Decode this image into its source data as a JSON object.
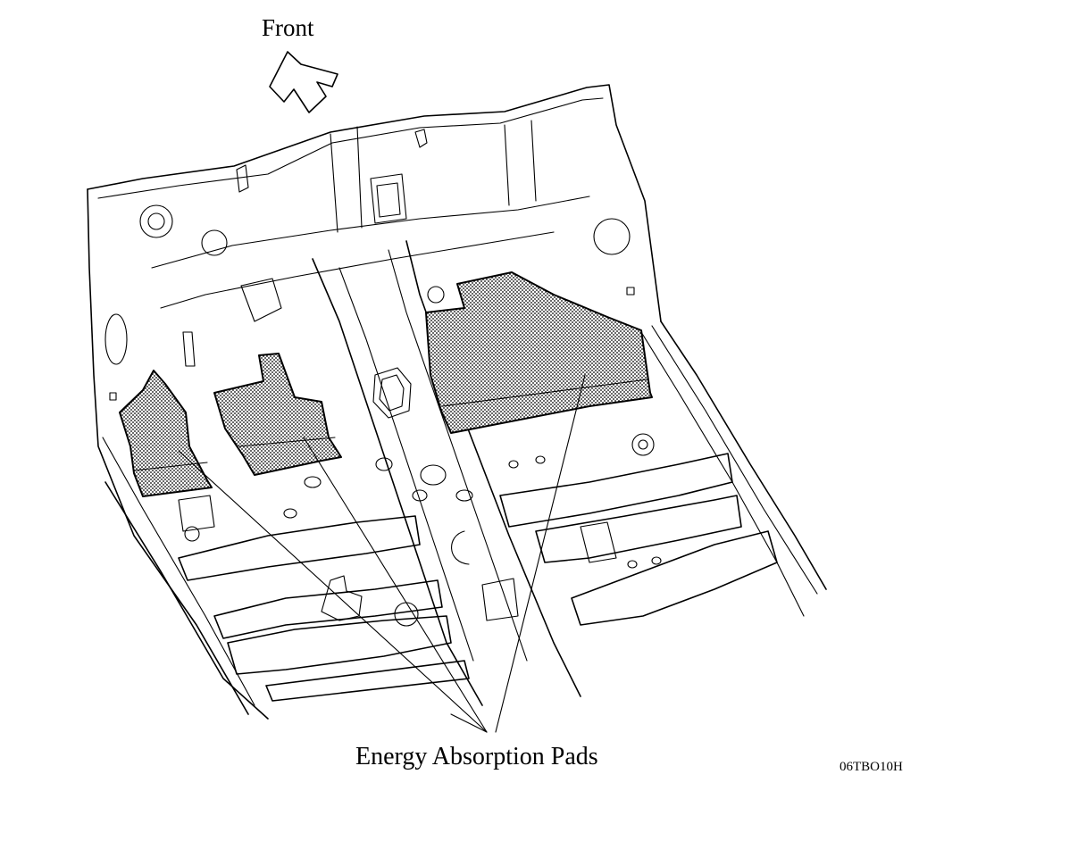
{
  "labels": {
    "front": "Front",
    "callout": "Energy Absorption Pads",
    "figure_code": "06TBO10H"
  },
  "colors": {
    "line": "#000000",
    "pad_fill": "#8c8c8c",
    "background": "#ffffff"
  },
  "icons": {
    "direction_arrow": "arrow-up-left-outline-icon"
  }
}
